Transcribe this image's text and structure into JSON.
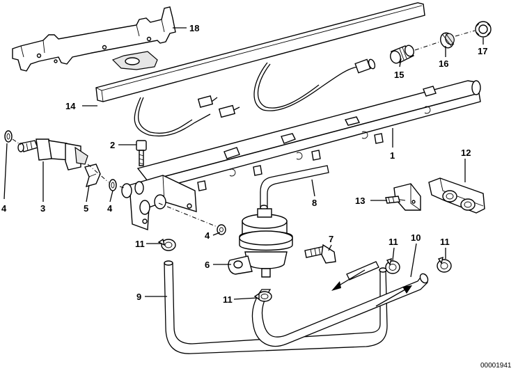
{
  "diagram": {
    "drawing_code": "00001941",
    "callouts": [
      {
        "id": "c1",
        "label": "1"
      },
      {
        "id": "c2",
        "label": "2"
      },
      {
        "id": "c3",
        "label": "3"
      },
      {
        "id": "c4a",
        "label": "4"
      },
      {
        "id": "c4b",
        "label": "4"
      },
      {
        "id": "c4c",
        "label": "4"
      },
      {
        "id": "c5",
        "label": "5"
      },
      {
        "id": "c6",
        "label": "6"
      },
      {
        "id": "c7",
        "label": "7"
      },
      {
        "id": "c8",
        "label": "8"
      },
      {
        "id": "c9",
        "label": "9"
      },
      {
        "id": "c10",
        "label": "10"
      },
      {
        "id": "c11a",
        "label": "11"
      },
      {
        "id": "c11b",
        "label": "11"
      },
      {
        "id": "c11c",
        "label": "11"
      },
      {
        "id": "c11d",
        "label": "11"
      },
      {
        "id": "c12",
        "label": "12"
      },
      {
        "id": "c13",
        "label": "13"
      },
      {
        "id": "c14",
        "label": "14"
      },
      {
        "id": "c15",
        "label": "15"
      },
      {
        "id": "c16",
        "label": "16"
      },
      {
        "id": "c17",
        "label": "17"
      },
      {
        "id": "c18",
        "label": "18"
      }
    ]
  }
}
